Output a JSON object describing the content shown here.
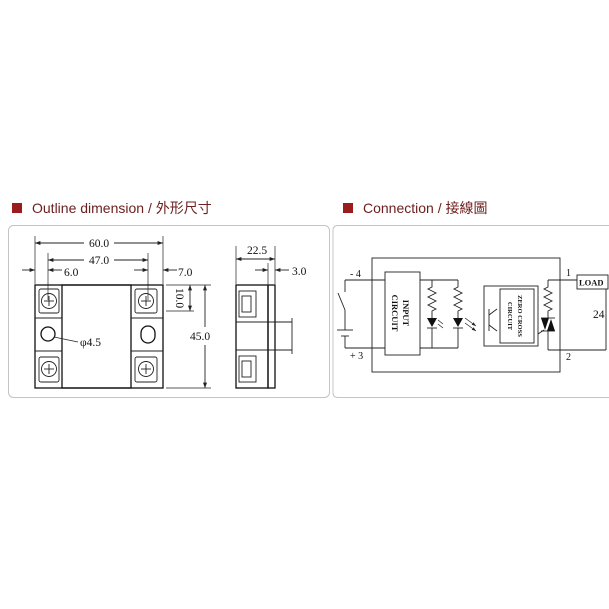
{
  "headers": {
    "outline": "Outline dimension / 外形尺寸",
    "connection": "Connection / 接線圖"
  },
  "colors": {
    "accent": "#9b1c1c",
    "header_text": "#6e2020",
    "line": "#222222",
    "panel_border": "#c4c4c4"
  },
  "outline_dimension": {
    "overall_width": "60.0",
    "mount_hole_spacing": "47.0",
    "left_offset": "6.0",
    "right_offset": "7.0",
    "terminal_pitch": "10.0",
    "body_height": "45.0",
    "hole_diameter": "φ4.5",
    "body_depth": "22.5",
    "base_thickness": "3.0"
  },
  "connection": {
    "input_negative": "- 4",
    "input_positive": "+ 3",
    "input_block": {
      "line1": "INPUT",
      "line2": "CIRCUIT"
    },
    "zero_cross_block": {
      "line1": "ZERO CROSS",
      "line2": "CIRCUIT"
    },
    "output_terminal_1": "1",
    "output_terminal_2": "2",
    "load_label": "LOAD",
    "supply_label": "24"
  }
}
